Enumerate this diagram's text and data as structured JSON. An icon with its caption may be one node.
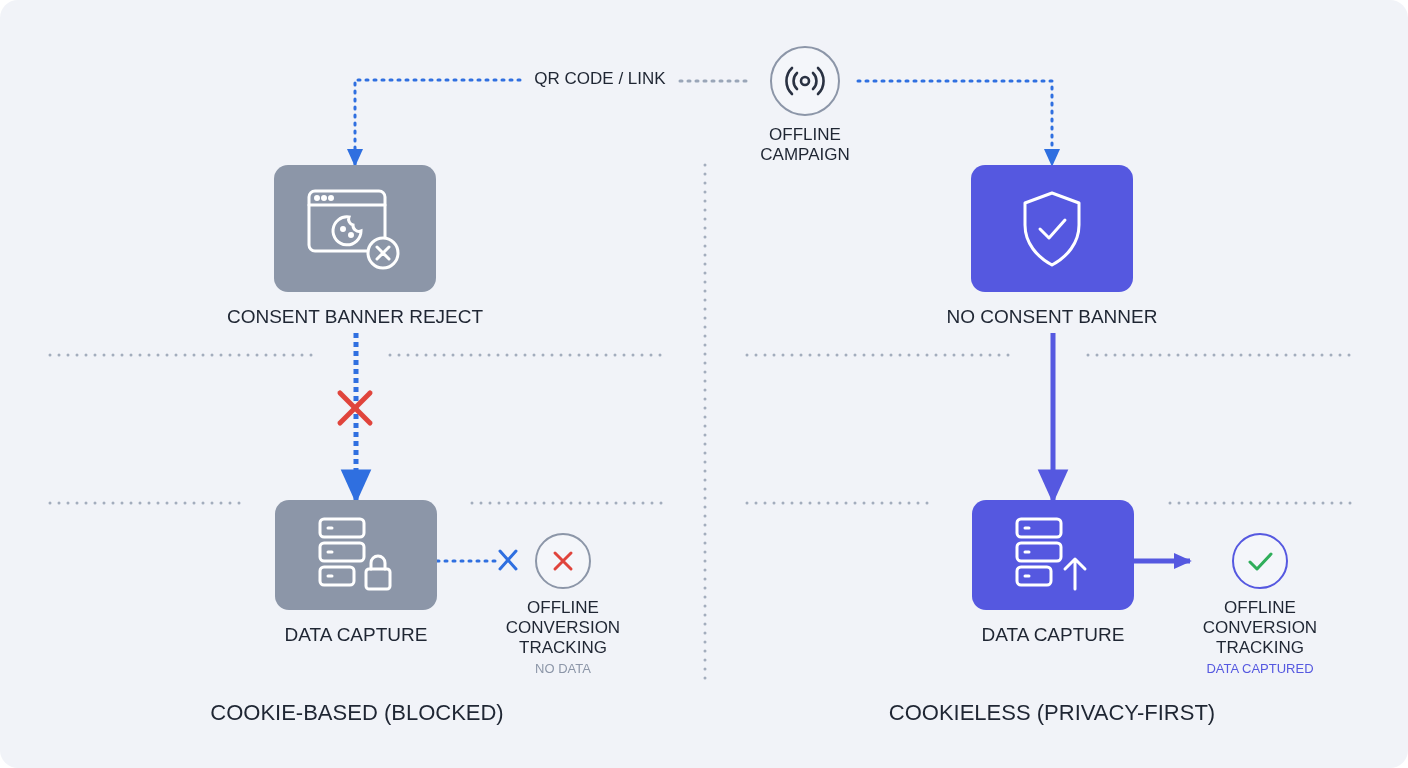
{
  "diagram": {
    "nodes": [
      {
        "text": [
          "QR CODE / LINK"
        ]
      },
      {
        "text": [
          "OFFLINE CAMPAIGN"
        ]
      },
      {
        "text": [
          "CONSENT BANNER REJECT"
        ]
      },
      {
        "text": [
          "DATA CAPTURE"
        ]
      },
      {
        "text": [
          "OFFLINE CONVERSION TRACKING",
          "NO DATA"
        ]
      },
      {
        "text": [
          "NO CONSENT BANNER"
        ]
      },
      {
        "text": [
          "DATA CAPTURE"
        ]
      },
      {
        "text": [
          "OFFLINE CONVERSION TRACKING",
          "DATA CAPTURED"
        ]
      }
    ],
    "edges": [
      {
        "from": 0,
        "to": 2,
        "arrow": "to",
        "style": "dashed"
      },
      {
        "from": 0,
        "to": 1,
        "arrow": "none",
        "style": "dashed",
        "color": "#9aa6b8"
      },
      {
        "from": 1,
        "to": 5,
        "arrow": "to",
        "style": "dashed"
      },
      {
        "from": 2,
        "to": 3,
        "arrow": "to",
        "style": "dashed"
      },
      {
        "from": 3,
        "to": 4,
        "arrow": "none",
        "style": "dashed"
      },
      {
        "from": 5,
        "to": 6,
        "arrow": "to",
        "color": "#5558e0"
      },
      {
        "from": 6,
        "to": 7,
        "arrow": "to",
        "color": "#5558e0"
      }
    ],
    "labels": [
      "COOKIE-BASED (BLOCKED)",
      "COOKIELESS (PRIVACY-FIRST)"
    ]
  }
}
